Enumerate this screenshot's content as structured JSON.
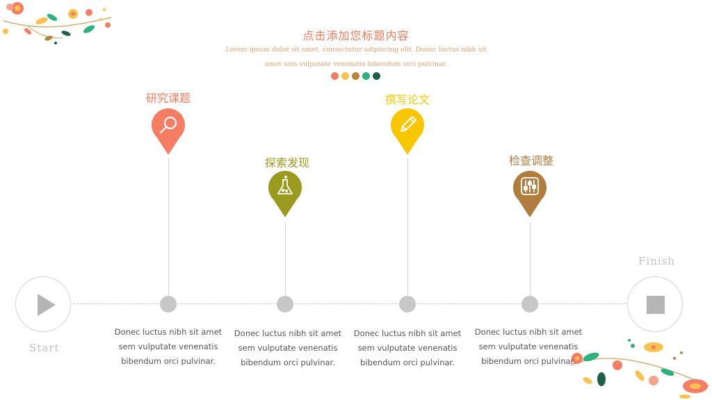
{
  "header": {
    "title": "点击添加您标题内容",
    "subtitle_line1": "Lorem ipsum dolor sit amet, consectetur adipiscing elit. Donec luctus nibh sit",
    "subtitle_line2": "amet sem vulputate venenatis bibendum orci pulvinar.",
    "dot_colors": [
      "#f47d63",
      "#f9c24e",
      "#b8843b",
      "#2eb07f",
      "#1d5f48"
    ]
  },
  "timeline": {
    "start_label": "Start",
    "finish_label": "Finish",
    "stages": [
      {
        "label": "研究课题",
        "color": "#f47d63",
        "icon": "magnifier-icon",
        "description_line1": "Donec luctus nibh sit amet",
        "description_line2": "sem vulputate venenatis",
        "description_line3": "bibendum orci pulvinar."
      },
      {
        "label": "探索发现",
        "color": "#9a9a1e",
        "icon": "flask-icon",
        "description_line1": "Donec luctus nibh sit amet",
        "description_line2": "sem vulputate venenatis",
        "description_line3": "bibendum orci pulvinar."
      },
      {
        "label": "撰写论文",
        "color": "#f7c600",
        "icon": "pencil-icon",
        "description_line1": "Donec luctus nibh sit amet",
        "description_line2": "sem vulputate venenatis",
        "description_line3": "bibendum orci pulvinar."
      },
      {
        "label": "检查调整",
        "color": "#b07d3f",
        "icon": "sliders-icon",
        "description_line1": "Donec luctus nibh sit amet",
        "description_line2": "sem vulputate venenatis",
        "description_line3": "bibendum orci pulvinar."
      }
    ]
  }
}
